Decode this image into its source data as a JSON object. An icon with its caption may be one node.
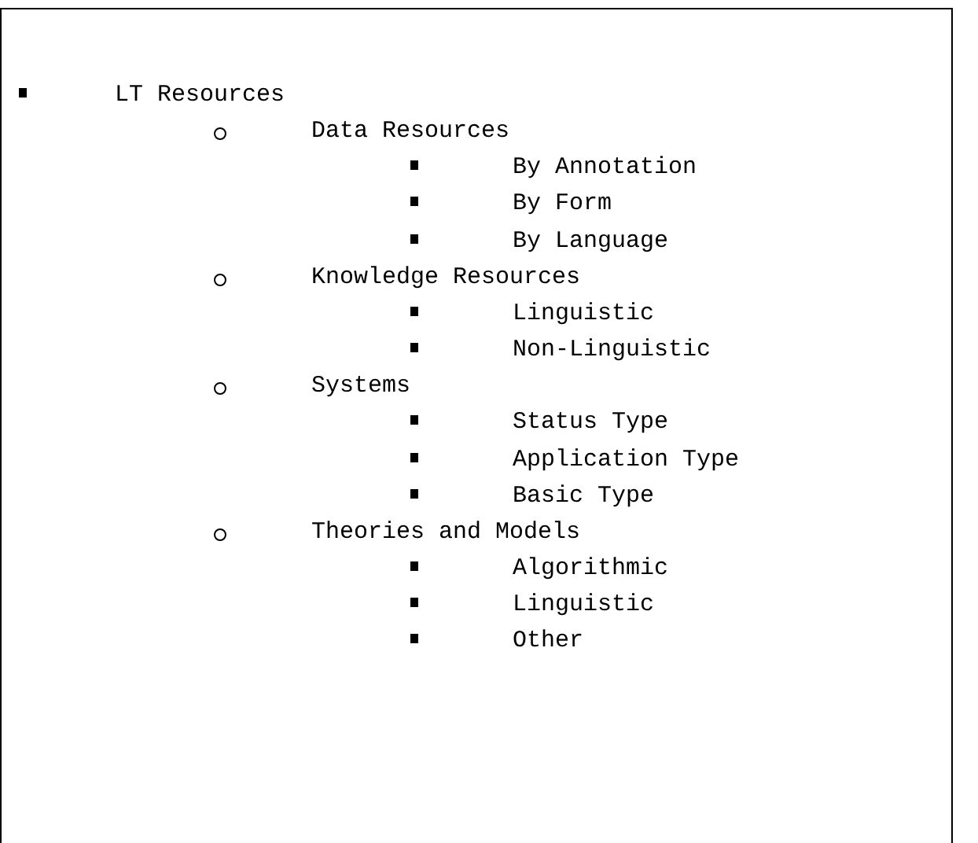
{
  "diagram": {
    "labels": [
      "LT Resources",
      "Data Resources",
      "By Annotation",
      "By Form",
      "By Language",
      "Knowledge Resources",
      "Linguistic",
      "Non-Linguistic",
      "Systems",
      "Status Type",
      "Application Type",
      "Basic Type",
      "Theories and Models",
      "Algorithmic",
      "Linguistic",
      "Other"
    ]
  }
}
